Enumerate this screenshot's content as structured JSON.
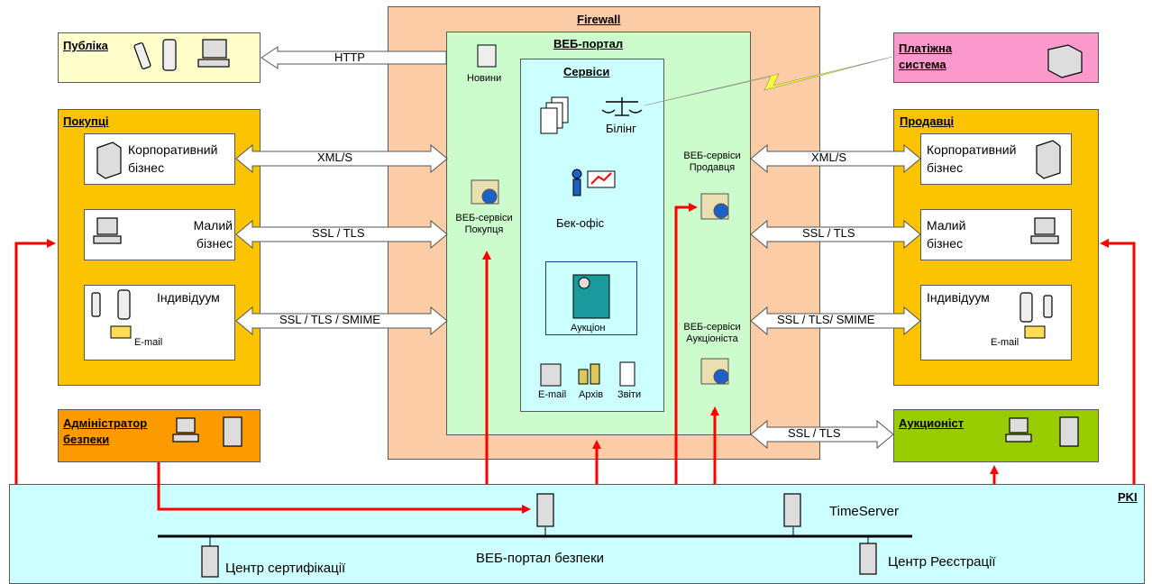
{
  "firewall": {
    "title": "Firewall"
  },
  "portal": {
    "title": "ВЕБ-портал",
    "news": "Новини",
    "ws_buyers": "ВЕБ-сервіси Покупця",
    "ws_sellers": "ВЕБ-сервіси Продавця",
    "ws_auction": "ВЕБ-сервіси Аукціоніста"
  },
  "services": {
    "title": "Сервіси",
    "billing": "Білінг",
    "backoffice": "Бек-офіс",
    "auction": "Аукціон",
    "email": "E-mail",
    "archive": "Архів",
    "reports": "Звіти"
  },
  "public": {
    "title": "Публіка"
  },
  "payment": {
    "title": "Платіжна система"
  },
  "buyers": {
    "title": "Покупці",
    "corporate": "Корпоративний бізнес",
    "small": "Малий бізнес",
    "individual": "Індивідуум",
    "email": "E-mail"
  },
  "sellers": {
    "title": "Продавці",
    "corporate": "Корпоративний бізнес",
    "small": "Малий бізнес",
    "individual": "Індивідуум",
    "email": "E-mail"
  },
  "admin": {
    "title": "Адміністратор безпеки"
  },
  "auctioneer": {
    "title": "Аукционіст"
  },
  "protocols": {
    "http": "HTTP",
    "xml_left": "XML/S",
    "ssl_left": "SSL / TLS",
    "smime_left": "SSL / TLS / SMIME",
    "xml_right": "XML/S",
    "ssl_right": "SSL / TLS",
    "smime_right": "SSL / TLS/  SMIME",
    "ssl_auction": "SSL / TLS"
  },
  "pki": {
    "title": "PKI",
    "timeserver": "TimeServer",
    "security_portal": "ВЕБ-портал безпеки",
    "ca": "Центр сертифікації",
    "ra": "Центр Реєстрації"
  },
  "colors": {
    "firewall": "#fbcca6",
    "portal": "#ccfccc",
    "services": "#ccffff",
    "orange": "#fcc300",
    "pink": "#fc99cc",
    "yellow": "#ffffcc",
    "admin": "#fc9a00",
    "green": "#99cc00",
    "pki": "#ccffff",
    "red": "#ff0000"
  }
}
